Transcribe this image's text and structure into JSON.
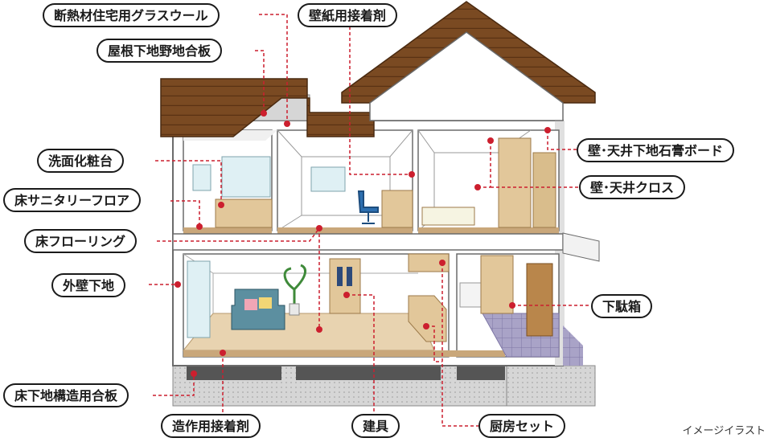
{
  "labels": {
    "insulation": "断熱材住宅用グラスウール",
    "roof_sheathing": "屋根下地野地合板",
    "wallpaper_adhesive": "壁紙用接着剤",
    "vanity": "洗面化粧台",
    "sanitary_floor": "床サニタリーフロア",
    "flooring": "床フローリング",
    "exterior_wall_base": "外壁下地",
    "subfloor_plywood": "床下地構造用合板",
    "construction_adhesive": "造作用接着剤",
    "fittings": "建具",
    "kitchen": "厨房セット",
    "shoe_cabinet": "下駄箱",
    "gypsum_board": "壁･天井下地石膏ボード",
    "cloth": "壁･天井クロス"
  },
  "caption": "イメージイラスト",
  "colors": {
    "roof": "#7a4a22",
    "roof_lines": "#5a3214",
    "wall": "#ffffff",
    "outline": "#6b6b6b",
    "floor": "#e8d3b0",
    "floor_band": "#c9a77a",
    "foundation": "#cfcfcf",
    "foundation_dark": "#555555",
    "furniture": "#e2c79a",
    "sofa": "#5c8fa0",
    "tile": "#a9a3c7",
    "leader": "#cc1f2e",
    "label_border": "#1a1a1a"
  }
}
